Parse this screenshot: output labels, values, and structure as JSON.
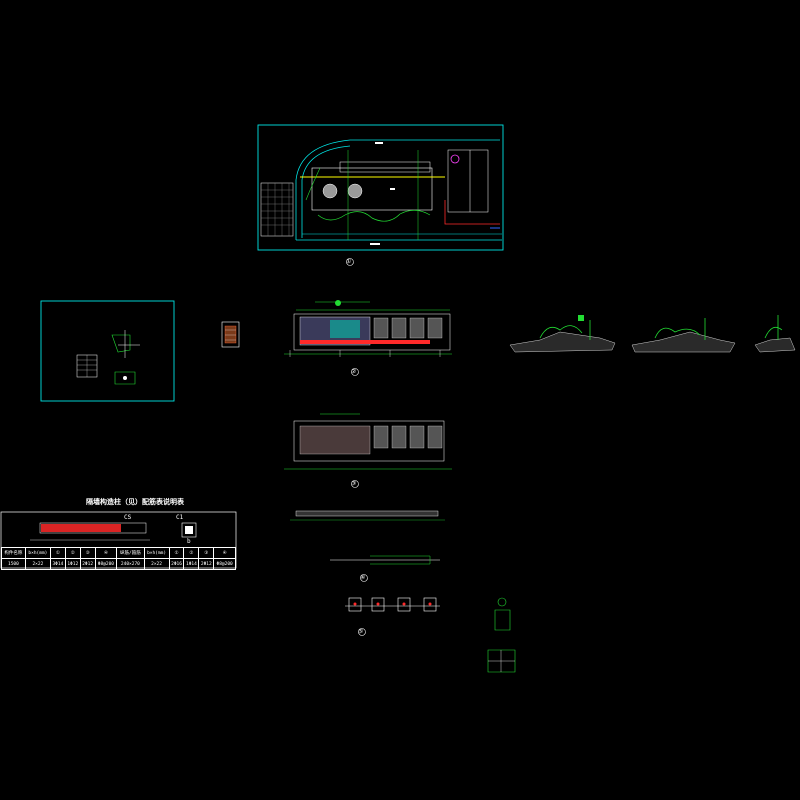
{
  "drawing": {
    "background": "#000000",
    "colors": {
      "frame": "#00e5e5",
      "line_white": "#ffffff",
      "green": "#22dd33",
      "red": "#ff2a2a",
      "yellow": "#ffff00",
      "magenta": "#ff44ff",
      "blue": "#3366ff"
    },
    "view_labels": [
      "①",
      "②",
      "③",
      "④",
      "⑤"
    ],
    "schedule": {
      "title": "隔墙构造柱（见）配筋表说明表",
      "marks": [
        "CS",
        "C1",
        "b"
      ],
      "header_row": [
        "构件名称",
        "b×h(mm)",
        "①",
        "②",
        "③",
        "④",
        "纵筋/箍筋",
        "b×h(mm)",
        "①",
        "②",
        "③",
        "④"
      ],
      "data_row": [
        "1500",
        "2×22",
        "3Φ14",
        "1Φ12",
        "2Φ12",
        "Φ8@200",
        "240×270",
        "2×22",
        "2Φ16",
        "1Φ14",
        "2Φ12",
        "Φ8@200"
      ]
    }
  }
}
